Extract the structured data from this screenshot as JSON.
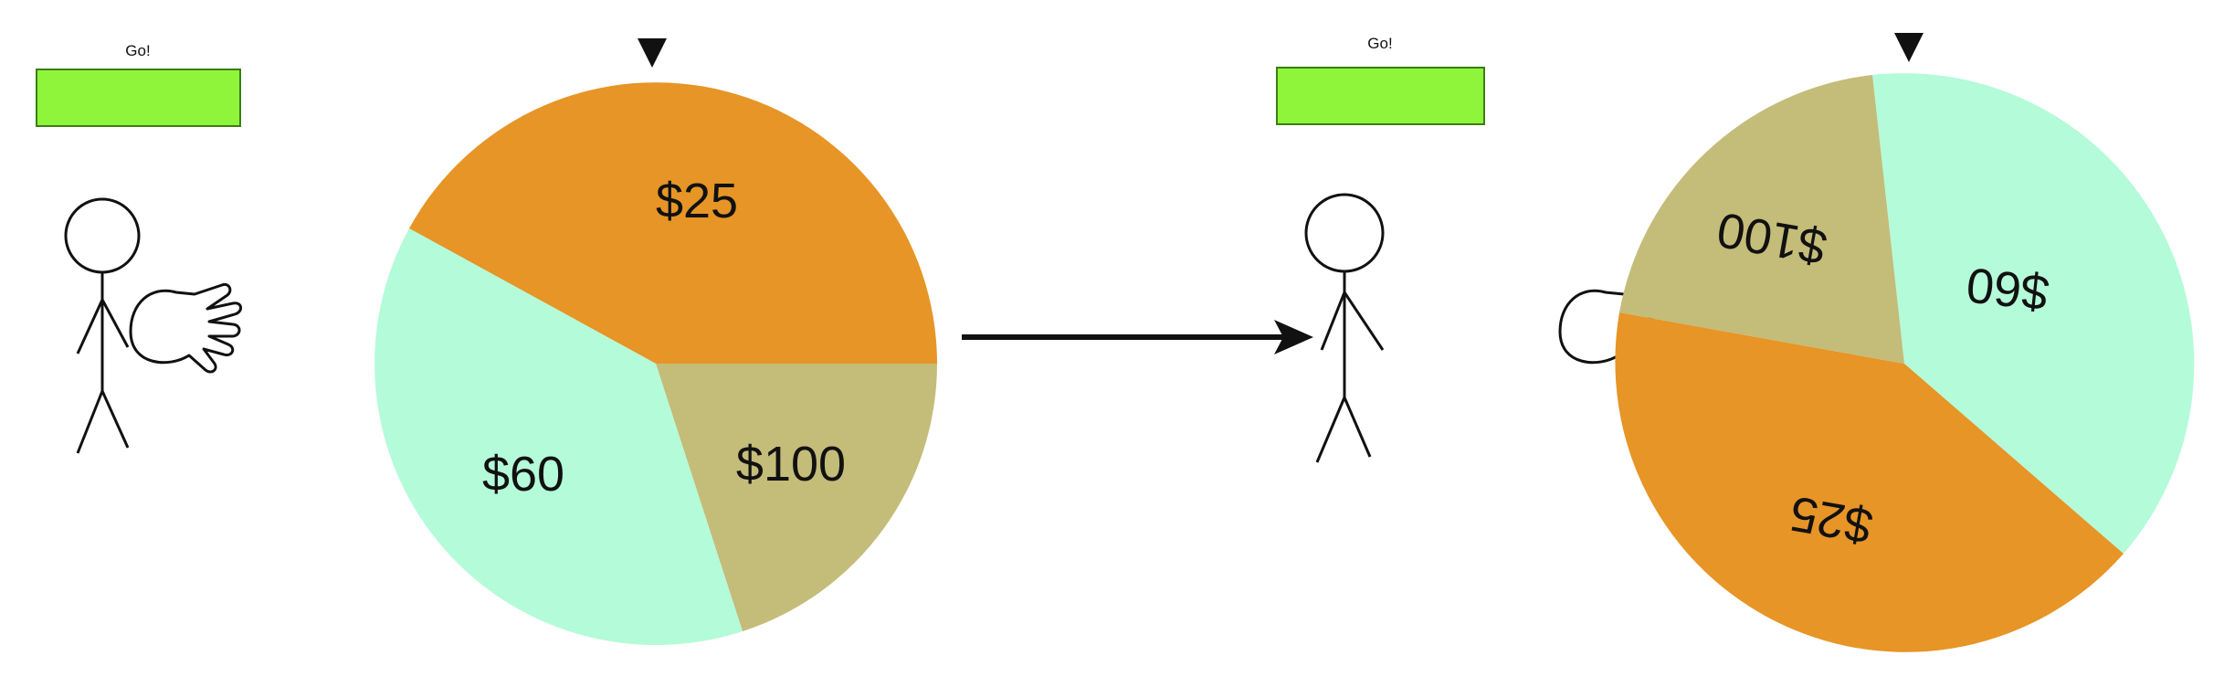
{
  "colors": {
    "go_button_fill": "#8ef53a",
    "go_button_stroke": "#3b7d16",
    "wedge_orange": "#e69526",
    "wedge_mint": "#b4fbd9",
    "wedge_khaki": "#c4bc79",
    "ink": "#111111",
    "hand_fill": "#ffffff"
  },
  "scene_before": {
    "go_button": {
      "label": "Go!"
    },
    "hand_icon": "hand-icon",
    "pointer_icon": "pointer-triangle-icon",
    "wedges": [
      {
        "label": "$25",
        "color": "orange"
      },
      {
        "label": "$100",
        "color": "khaki"
      },
      {
        "label": "$60",
        "color": "mint"
      }
    ]
  },
  "transition": {
    "arrow_icon": "arrow-right-icon"
  },
  "scene_after": {
    "go_button": {
      "label": "Go!"
    },
    "hand_icon": "hand-icon",
    "pointer_icon": "pointer-triangle-icon",
    "wedges": [
      {
        "label": "$60",
        "color": "mint"
      },
      {
        "label": "$25",
        "color": "orange"
      },
      {
        "label": "$100",
        "color": "khaki"
      }
    ]
  }
}
